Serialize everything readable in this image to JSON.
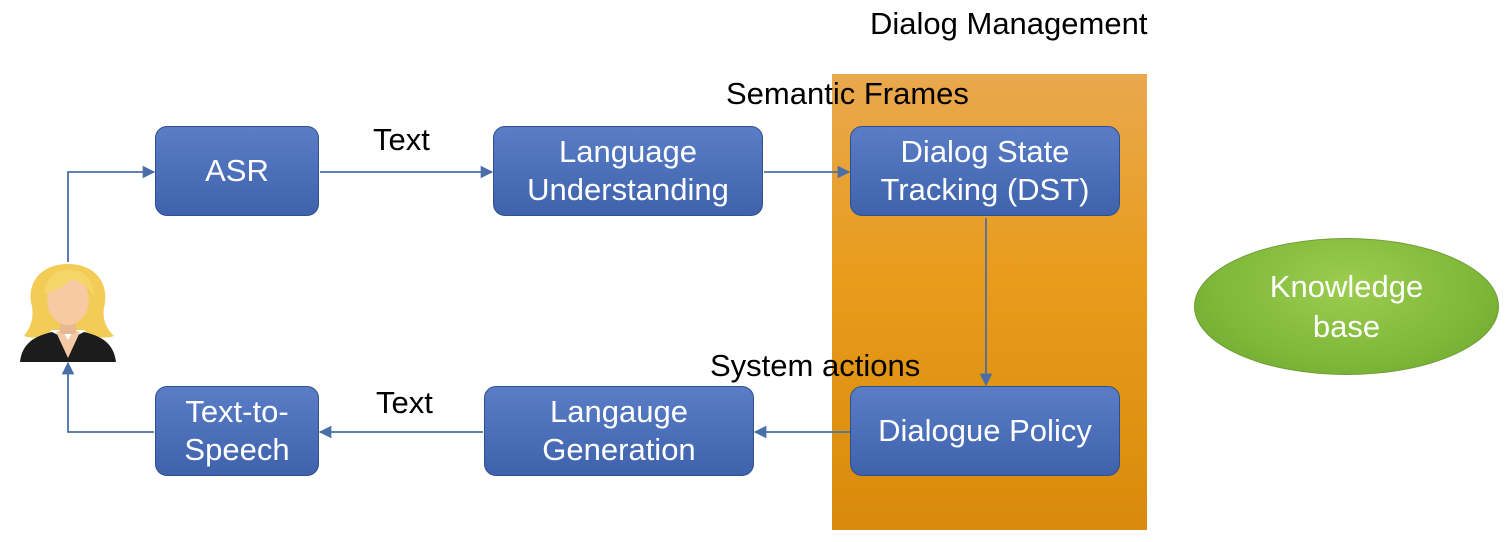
{
  "title": "Dialog Management",
  "nodes": {
    "asr": "ASR",
    "language_understanding": "Language\nUnderstanding",
    "dst": "Dialog State\nTracking (DST)",
    "dialogue_policy": "Dialogue Policy",
    "language_generation": "Langauge\nGeneration",
    "tts": "Text-to-\nSpeech",
    "knowledge_base": "Knowledge\nbase"
  },
  "edge_labels": {
    "asr_to_lu": "Text",
    "lu_to_dst": "Semantic Frames",
    "policy_to_lg": "System actions",
    "lg_to_tts": "Text"
  },
  "colors": {
    "box_fill": "#4a6fba",
    "arrow": "#4a6fa8",
    "dm_panel": "#e89c1b",
    "knowledge_base": "#7fb83a"
  },
  "icons": {
    "user": "user-avatar-icon"
  }
}
